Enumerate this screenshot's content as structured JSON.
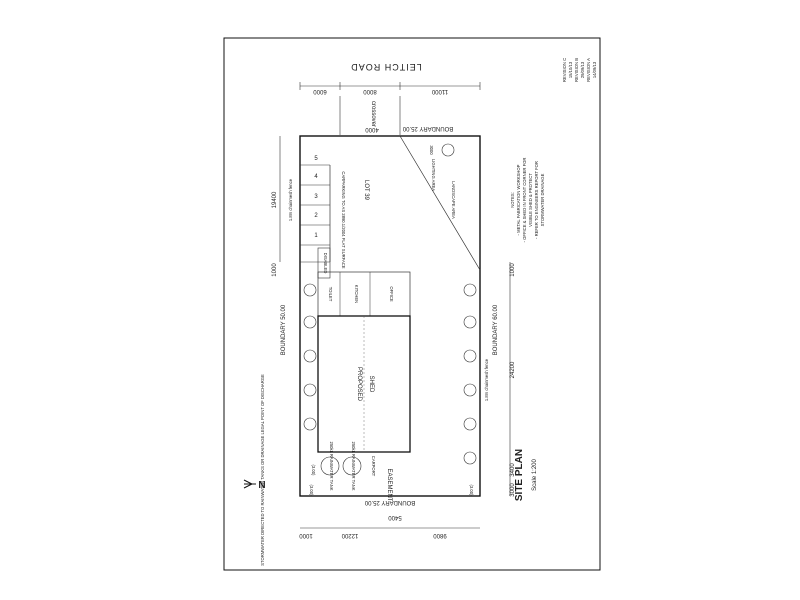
{
  "road": "LEITCH ROAD",
  "lot": "LOT 39",
  "crossover": "crossover",
  "shed": [
    "PROPOSED",
    "SHED"
  ],
  "easement": "EASEMENT",
  "boundaries": {
    "top": "BOUNDARY 25.00",
    "bottom": "BOUNDARY 25.00",
    "left": "BOUNDARY 50.00",
    "right": "BOUNDARY 60.00"
  },
  "dims": {
    "top_a": "6000",
    "top_b": "8000",
    "top_c": "11000",
    "crossover_w": "4000",
    "bottom_a": "1000",
    "bottom_b": "12200",
    "bottom_c": "9800",
    "bottom_d": "5400",
    "left_a": "19400",
    "left_b": "1000",
    "right_a": "1000",
    "right_b": "24200",
    "right_c": "3400",
    "right_d": "3000",
    "setback": "3000"
  },
  "rooms": {
    "kitchen": "KITCHEN",
    "office": "OFFICE",
    "disabled": "DISABLED",
    "carport": "CARPORT",
    "toilet": "TOILET",
    "lighting": "LIGHTING AREA"
  },
  "tanks": [
    "250kL RAINWATER TANK",
    "250kL RAINWATER TANK"
  ],
  "corner_labels": [
    "(3.00)",
    "(3.00)",
    "(3.00)"
  ],
  "parking": [
    "1",
    "2",
    "3",
    "4",
    "5"
  ],
  "carparking": "CARPARKING TO AS 2890.1/2004 FLAT SURFACE",
  "fence_note": "1.8m chainmesh fence",
  "title": "SITE PLAN",
  "scale": "Scale 1:200",
  "north": "N",
  "revisions": [
    "REVISION C",
    "15/10/13",
    "REVISION B",
    "29/09/13",
    "REVISION A",
    "14/09/13"
  ],
  "notes": [
    "NOTES:",
    "- METAL FABRICATION WORKSHOP",
    "- OFFICE & SHED IN FRONT CORNER FOR",
    "  VISIBLE SHED & PROTECT",
    "- REFER TO ENGINEERS REPORT FOR",
    "  STORMWATER DRAINAGE"
  ],
  "stormwater_note": "STORMWATER DIRECTED TO RAINWATER TANKS OR DRAINAGE LEGAL POINT OF DISCHARGE",
  "landscape": "LANDSCAPE AREA"
}
